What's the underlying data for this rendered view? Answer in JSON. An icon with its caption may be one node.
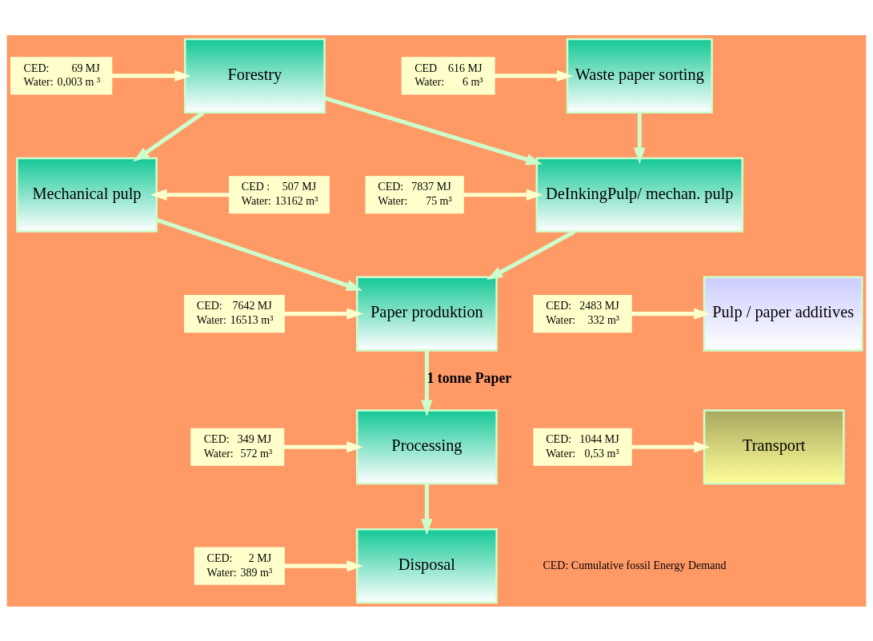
{
  "diagram": {
    "nodes": [
      {
        "text": [
          "CED",
          "616 MJ",
          "Water:",
          "6 m³"
        ]
      },
      {
        "text": [
          "Waste paper sorting"
        ]
      },
      {
        "text": [
          "CED:",
          "69 MJ",
          "Water:",
          "0,003 m ³"
        ]
      },
      {
        "text": [
          "Forestry"
        ]
      },
      {
        "text": [
          "CED:",
          "7837 MJ",
          "Water:",
          "75 m³"
        ]
      },
      {
        "text": [
          "DeInkingPulp/ mechan. pulp"
        ]
      },
      {
        "text": [
          "CED :",
          "507 MJ",
          "Water:",
          "13162 m³"
        ]
      },
      {
        "text": [
          "Mechanical pulp"
        ]
      },
      {
        "text": [
          "CED:",
          "2483 MJ",
          "Water:",
          "332 m³"
        ]
      },
      {
        "text": [
          "Pulp / paper additives"
        ]
      },
      {
        "text": [
          "CED:",
          "7642 MJ",
          "Water:",
          "16513 m³"
        ]
      },
      {
        "text": [
          "Paper produktion"
        ]
      },
      {
        "text": [
          "CED:",
          "1044 MJ",
          "Water:",
          "0,53 m³"
        ]
      },
      {
        "text": [
          "Transport"
        ]
      },
      {
        "text": [
          "CED:",
          "349 MJ",
          "Water:",
          "572 m³"
        ]
      },
      {
        "text": [
          "Processing"
        ]
      },
      {
        "text": [
          "CED:",
          "2 MJ",
          "Water:",
          "389 m³"
        ]
      },
      {
        "text": [
          "Disposal"
        ]
      }
    ],
    "edges": [
      {
        "from": 0,
        "to": 1,
        "arrow": "to"
      },
      {
        "from": 2,
        "to": 3,
        "arrow": "to"
      },
      {
        "from": 1,
        "to": 5,
        "arrow": "to",
        "color": "#ccffcc"
      },
      {
        "from": 3,
        "to": 5,
        "arrow": "to",
        "color": "#ccffcc"
      },
      {
        "from": 3,
        "to": 7,
        "arrow": "to",
        "color": "#ccffcc"
      },
      {
        "from": 4,
        "to": 5,
        "arrow": "to"
      },
      {
        "from": 6,
        "to": 7,
        "arrow": "to"
      },
      {
        "from": 5,
        "to": 11,
        "arrow": "to",
        "color": "#ccffcc"
      },
      {
        "from": 7,
        "to": 11,
        "arrow": "to",
        "color": "#ccffcc"
      },
      {
        "from": 8,
        "to": 9,
        "arrow": "to"
      },
      {
        "from": 10,
        "to": 11,
        "arrow": "to"
      },
      {
        "from": 11,
        "to": 15,
        "label": "1 tonne Paper",
        "arrow": "to",
        "color": "#ccffcc"
      },
      {
        "from": 12,
        "to": 13,
        "arrow": "to"
      },
      {
        "from": 14,
        "to": 15,
        "arrow": "to"
      },
      {
        "from": 15,
        "to": 17,
        "arrow": "to",
        "color": "#ccffcc"
      },
      {
        "from": 16,
        "to": 17,
        "arrow": "to"
      }
    ],
    "labels": [
      "CED: Cumulative fossil Energy Demand"
    ]
  }
}
